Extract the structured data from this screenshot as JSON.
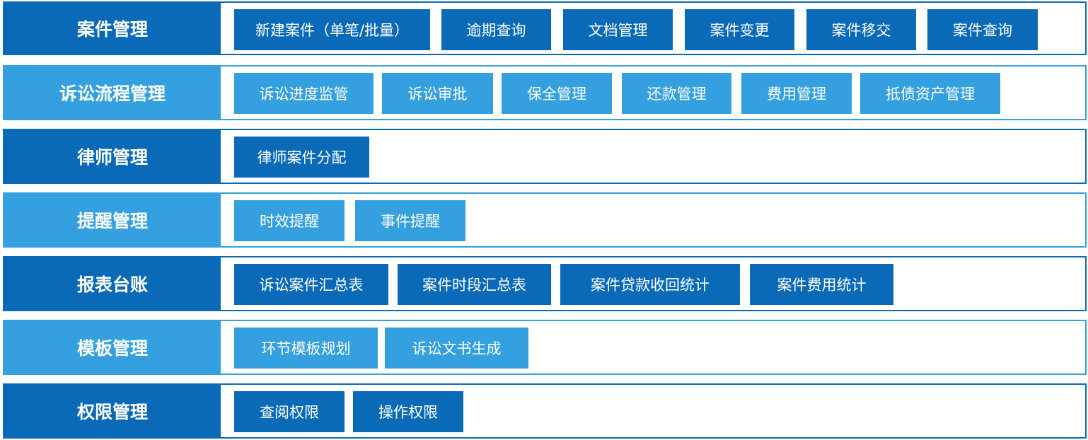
{
  "colors": {
    "dark": "#0a6ab8",
    "light": "#35a0e0"
  },
  "rows": [
    {
      "title": "案件管理",
      "items": [
        "新建案件（单笔/批量）",
        "逾期查询",
        "文档管理",
        "案件变更",
        "案件移交",
        "案件查询"
      ]
    },
    {
      "title": "诉讼流程管理",
      "items": [
        "诉讼进度监管",
        "诉讼审批",
        "保全管理",
        "还款管理",
        "费用管理",
        "抵债资产管理"
      ]
    },
    {
      "title": "律师管理",
      "items": [
        "律师案件分配"
      ]
    },
    {
      "title": "提醒管理",
      "items": [
        "时效提醒",
        "事件提醒"
      ]
    },
    {
      "title": "报表台账",
      "items": [
        "诉讼案件汇总表",
        "案件时段汇总表",
        "案件贷款收回统计",
        "案件费用统计"
      ]
    },
    {
      "title": "模板管理",
      "items": [
        "环节模板规划",
        "诉讼文书生成"
      ]
    },
    {
      "title": "权限管理",
      "items": [
        "查阅权限",
        "操作权限"
      ]
    }
  ]
}
